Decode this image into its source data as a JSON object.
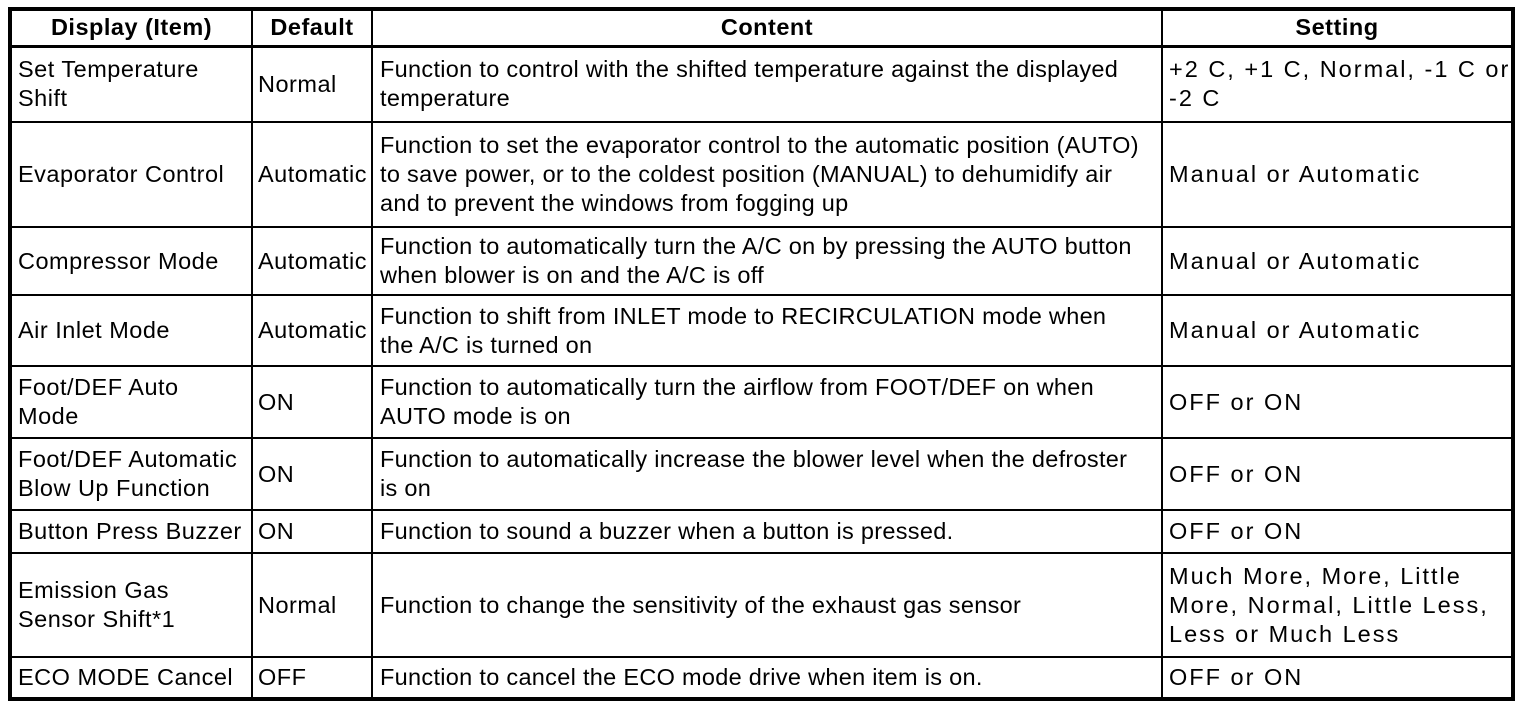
{
  "page": {
    "background_color": "#ffffff",
    "text_color": "#000000",
    "border_color": "#000000"
  },
  "table": {
    "columns": [
      "Display (Item)",
      "Default",
      "Content",
      "Setting"
    ],
    "rows": [
      {
        "item": "Set Temperature Shift",
        "default": "Normal",
        "content": "Function to control with the shifted temperature against the displayed temperature",
        "setting": "+2 C, +1 C, Normal, -1 C or -2 C"
      },
      {
        "item": "Evaporator Control",
        "default": "Automatic",
        "content": "Function to set the evaporator control to the automatic position (AUTO) to save power, or to the coldest position (MANUAL) to dehumidify air and to prevent the windows from fogging up",
        "setting": "Manual or Automatic"
      },
      {
        "item": "Compressor Mode",
        "default": "Automatic",
        "content": "Function to automatically turn the A/C on by pressing the AUTO button when blower is on and the A/C is off",
        "setting": "Manual or Automatic"
      },
      {
        "item": "Air Inlet Mode",
        "default": "Automatic",
        "content": "Function to shift from INLET mode to RECIRCULATION mode when the A/C is turned on",
        "setting": "Manual or Automatic"
      },
      {
        "item": "Foot/DEF Auto Mode",
        "default": "ON",
        "content": "Function to automatically turn the airflow from FOOT/DEF on when AUTO mode is on",
        "setting": "OFF or ON"
      },
      {
        "item": "Foot/DEF Automatic Blow Up Function",
        "default": "ON",
        "content": "Function to automatically increase the blower level when the defroster is on",
        "setting": "OFF or ON"
      },
      {
        "item": "Button Press Buzzer",
        "default": "ON",
        "content": "Function to sound a buzzer when a button is pressed.",
        "setting": "OFF or ON"
      },
      {
        "item": "Emission Gas Sensor Shift*1",
        "default": "Normal",
        "content": "Function to change the sensitivity of the exhaust gas sensor",
        "setting": "Much More, More, Little More, Normal, Little Less, Less or Much Less"
      },
      {
        "item": "ECO MODE Cancel",
        "default": "OFF",
        "content": "Function to cancel the ECO mode drive when item is on.",
        "setting": "OFF or ON"
      }
    ]
  }
}
